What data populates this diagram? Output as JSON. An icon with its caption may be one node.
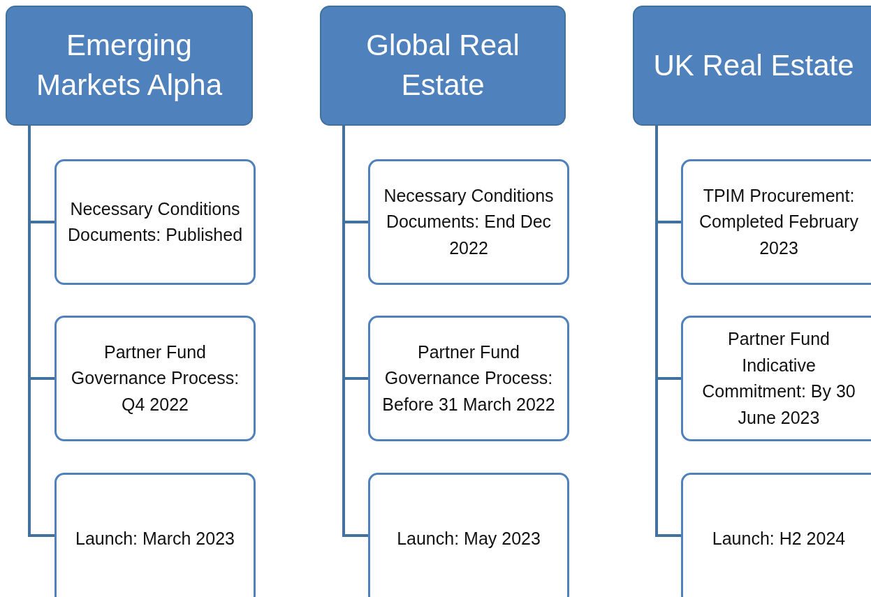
{
  "diagram": {
    "nodes": [
      {
        "text": [
          "Emerging Markets Alpha"
        ]
      },
      {
        "text": [
          "Necessary Conditions Documents: Published"
        ]
      },
      {
        "text": [
          "Partner Fund Governance Process: Q4 2022"
        ]
      },
      {
        "text": [
          "Launch: March 2023"
        ]
      },
      {
        "text": [
          "Global Real Estate"
        ]
      },
      {
        "text": [
          "Necessary Conditions Documents: End Dec 2022"
        ]
      },
      {
        "text": [
          "Partner Fund Governance Process: Before 31 March 2022"
        ]
      },
      {
        "text": [
          "Launch: May 2023"
        ]
      },
      {
        "text": [
          "UK Real Estate"
        ]
      },
      {
        "text": [
          "TPIM Procurement: Completed February 2023"
        ]
      },
      {
        "text": [
          "Partner Fund Indicative Commitment: By 30 June 2023"
        ]
      },
      {
        "text": [
          "Launch: H2 2024"
        ]
      }
    ],
    "edges": [
      {
        "from": 0,
        "to": 1,
        "arrow": "none"
      },
      {
        "from": 0,
        "to": 2,
        "arrow": "none"
      },
      {
        "from": 0,
        "to": 3,
        "arrow": "none"
      },
      {
        "from": 4,
        "to": 5,
        "arrow": "none"
      },
      {
        "from": 4,
        "to": 6,
        "arrow": "none"
      },
      {
        "from": 4,
        "to": 7,
        "arrow": "none"
      },
      {
        "from": 8,
        "to": 9,
        "arrow": "none"
      },
      {
        "from": 8,
        "to": 10,
        "arrow": "none"
      },
      {
        "from": 8,
        "to": 11,
        "arrow": "none"
      }
    ]
  }
}
